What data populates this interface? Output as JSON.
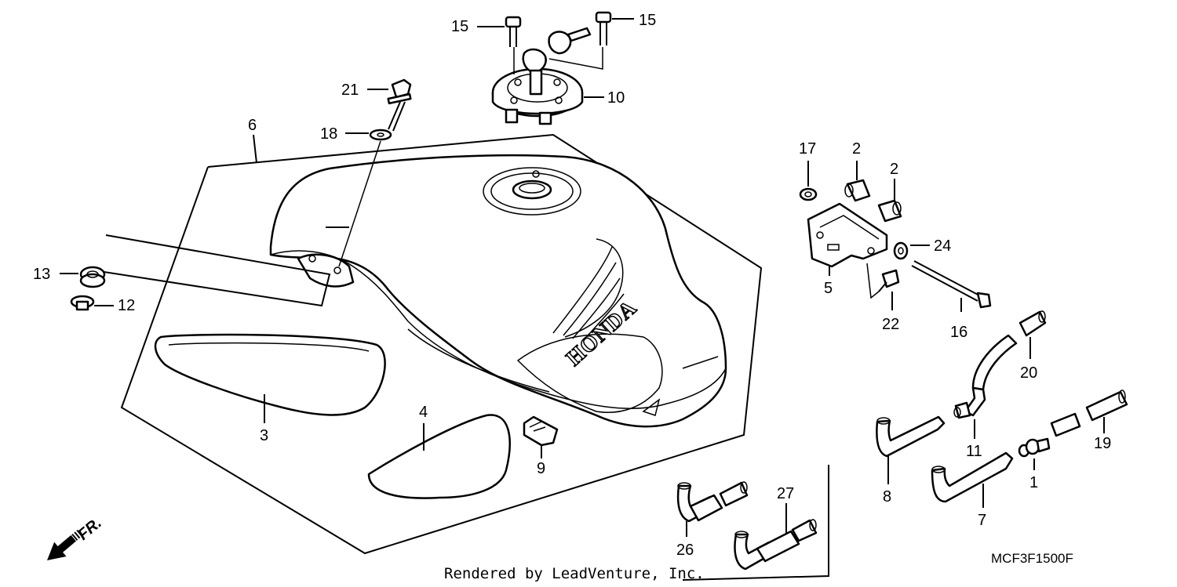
{
  "diagram": {
    "callouts": [
      {
        "id": "15a",
        "text": "15"
      },
      {
        "id": "15b",
        "text": "15"
      },
      {
        "id": "10",
        "text": "10"
      },
      {
        "id": "21",
        "text": "21"
      },
      {
        "id": "18",
        "text": "18"
      },
      {
        "id": "6",
        "text": "6"
      },
      {
        "id": "17",
        "text": "17"
      },
      {
        "id": "2a",
        "text": "2"
      },
      {
        "id": "2b",
        "text": "2"
      },
      {
        "id": "24",
        "text": "24"
      },
      {
        "id": "5",
        "text": "5"
      },
      {
        "id": "22",
        "text": "22"
      },
      {
        "id": "16",
        "text": "16"
      },
      {
        "id": "13",
        "text": "13"
      },
      {
        "id": "12",
        "text": "12"
      },
      {
        "id": "3",
        "text": "3"
      },
      {
        "id": "4",
        "text": "4"
      },
      {
        "id": "9",
        "text": "9"
      },
      {
        "id": "20",
        "text": "20"
      },
      {
        "id": "11",
        "text": "11"
      },
      {
        "id": "19",
        "text": "19"
      },
      {
        "id": "8",
        "text": "8"
      },
      {
        "id": "1",
        "text": "1"
      },
      {
        "id": "7",
        "text": "7"
      },
      {
        "id": "27",
        "text": "27"
      },
      {
        "id": "26",
        "text": "26"
      }
    ],
    "tank_brand": "HONDA",
    "direction_label": "FR.",
    "credit": "Rendered by LeadVenture, Inc.",
    "diagram_code": "MCF3F1500F"
  }
}
